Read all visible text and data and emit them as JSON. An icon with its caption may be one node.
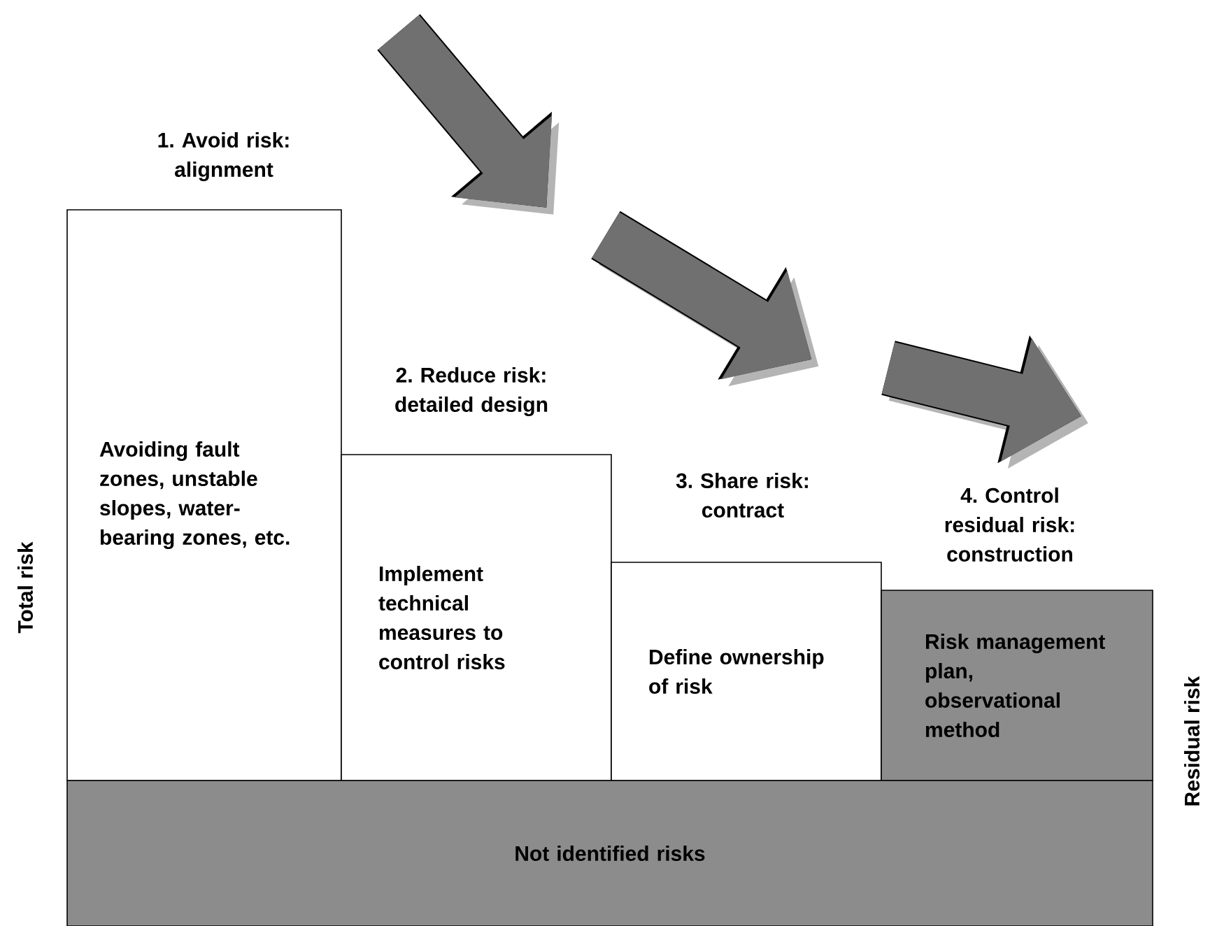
{
  "diagram": {
    "nodes": [
      {
        "text": [
          "1. Avoid risk: alignment",
          "Avoiding fault zones, unstable slopes, water-bearing zones, etc."
        ]
      },
      {
        "text": [
          "2. Reduce risk: detailed design",
          "Implement technical measures to control risks"
        ]
      },
      {
        "text": [
          "3. Share risk: contract",
          "Define ownership of risk"
        ]
      },
      {
        "text": [
          "4. Control residual risk: construction",
          "Risk management plan, observational method"
        ]
      },
      {
        "text": [
          "Not identified risks"
        ]
      }
    ],
    "labels": [
      "Total risk",
      "Residual risk"
    ]
  }
}
